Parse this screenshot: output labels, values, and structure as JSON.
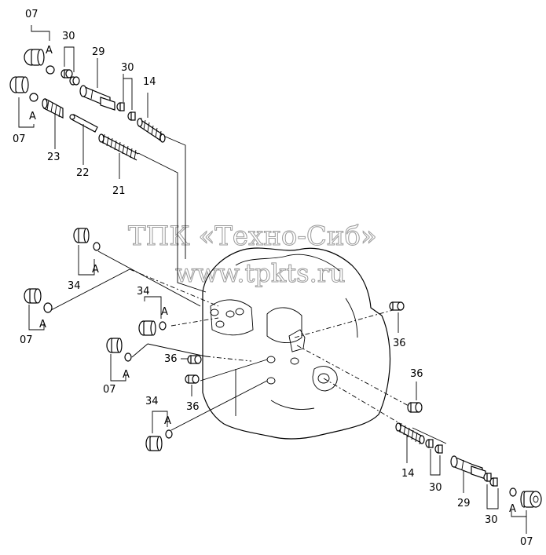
{
  "labels": {
    "l07_tl": "07",
    "l30_a": "30",
    "l29_top": "29",
    "l30_b": "30",
    "l14_top": "14",
    "l07_l": "07",
    "l23": "23",
    "l22": "22",
    "l21": "21",
    "l34_a": "34",
    "l07_m": "07",
    "l34_b": "34",
    "l07_c": "07",
    "l36_a": "36",
    "l36_b": "36",
    "l36_c": "36",
    "l36_d": "36",
    "l34_c": "34",
    "l14_bot": "14",
    "l30_c": "30",
    "l29_bot": "29",
    "l30_d": "30",
    "l07_br": "07"
  },
  "letters": {
    "a1": "A",
    "a2": "A",
    "a3": "A",
    "a4": "A",
    "a5": "A",
    "a6": "A",
    "a7": "A",
    "a8": "A"
  },
  "watermark": {
    "line1": "ТПК «Техно-Сиб»",
    "line2": "www.tpkts.ru"
  }
}
